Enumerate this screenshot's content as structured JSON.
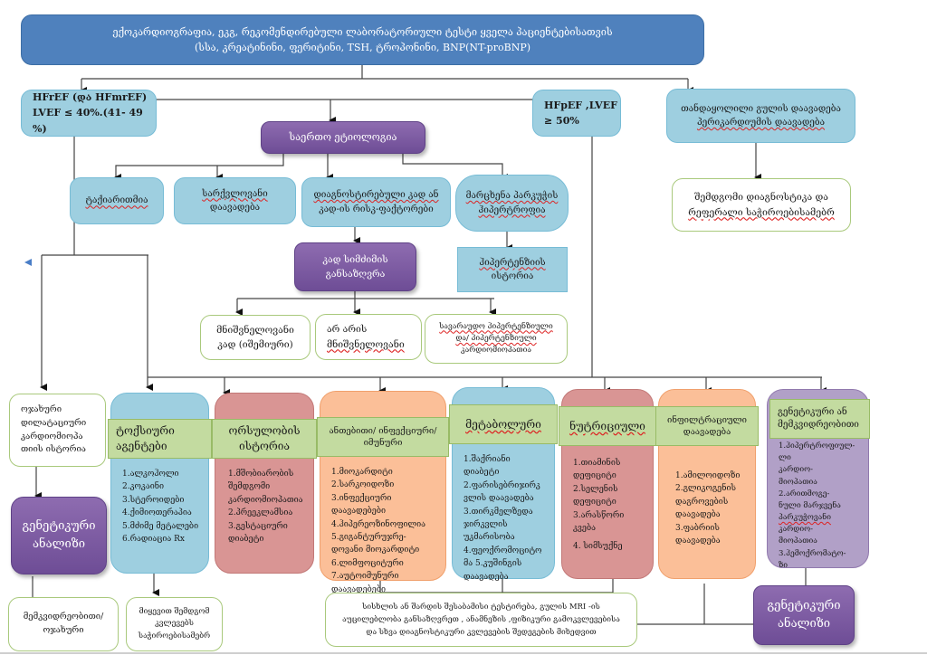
{
  "header": {
    "line1": "ექოკარდიოგრაფია, ეკგ, რეკომენდირებული ლაბორატორიული ტესტი ყველა პაციენტებისათვის",
    "line2": "(სსა, კრეატინინი, ფერიტინი, TSH, ტროპონინი, BNP(NT-proBNP)"
  },
  "hfref": {
    "line1": "HFrEF (და HFmrEF)",
    "line2": "LVEF ≤ 40%.(41- 49 %)"
  },
  "hfpef": {
    "line1": "HFpEF ,LVEF",
    "line2": "≥ 50%"
  },
  "concomitant": {
    "line1": "თანდაყოლილი გულის დაავადება",
    "line2": "პერიკარდიუმის დაავადება"
  },
  "further_diag": {
    "line1": "შემდგომი დიაგნოსტიკა და",
    "line2": "რეფერალი საჭიროებისამებრ"
  },
  "common_etiology": "საერთო ეტიოლოგია",
  "etiology_boxes": [
    {
      "text": "ტაქიარითმია"
    },
    {
      "line1": "სარქვლოვანი",
      "line2": "დაავადება"
    },
    {
      "line1": "დიაგნოსტირებული კად ან",
      "line2": "კად-ის რისკ-ფაქტორები"
    },
    {
      "line1": "მარცხენა პარკუჭის",
      "line2": "ჰიპერტროფია"
    }
  ],
  "cad_severity": {
    "line1": "კად სიმძიმის",
    "line2": "განსაზღვრა"
  },
  "hypertension_history": {
    "line1": "ჰიპერტენზიის",
    "line2": "ისტორია"
  },
  "cad_outcomes": [
    {
      "line1": "მნიშვნელოვანი",
      "line2": "კად (იშემიური)"
    },
    {
      "line1": "არ არის",
      "line2": "მნიშვნელოვანი"
    },
    {
      "line1": "სავარაუდო ჰიპერტენზიული",
      "line2": "და/ ჰიპერტენზიული",
      "line3": "კარდიომიოპათია"
    }
  ],
  "family_dcm": {
    "text": "ოჯახური დილატაციური კარდიომიოპა თიის ისტორია"
  },
  "genetic_analysis_left": {
    "line1": "გენეტიკური",
    "line2": "ანალიზი"
  },
  "hereditary": {
    "line1": "მემკვიდრეობითი/",
    "line2": "ოჯახური"
  },
  "followup": {
    "line1": "მიყევით შემდგომ",
    "line2": "კვლევებს",
    "line3": "საჭიროებისამებრ"
  },
  "categories": [
    {
      "title": "ტოქსიური აგენტები",
      "items": [
        "1.ალკოჰოლი",
        "2.კოკაინი",
        "3.სტეროიდები",
        "4.ქიმიოთერაპია",
        "5.მძიმე მეტალები",
        "6.რადიაცია Rx"
      ]
    },
    {
      "title": "ორსულობის ისტორია",
      "items": [
        "1.მშობიარობის",
        "შემდგომი",
        "კარდიომიოპათია",
        "2.პრეეკლამსია",
        "3.გესტაციური",
        "დიაბეტი"
      ]
    },
    {
      "title": "ანთებითი/ ინფექციური/ იმუნური",
      "items": [
        "1.მიოკარდიტი",
        "2.სარკოიდოზი",
        "3.ინფექციური",
        "დაავადებები",
        "4.ჰიპერეოზინოფილია",
        "5.გიგანტურუჯრე-",
        "დოვანი მიოკარდიტი",
        "6.ლიმფოციტური",
        "7.აუტოიმუნური",
        "დაავადებები"
      ]
    },
    {
      "title": "მეტაბოლური",
      "items": [
        "1.შაქრიანი",
        "დიაბეტი",
        "2.ფარისებრიჯირკ",
        "ვლის დაავადება",
        "3.თირკმელზედა",
        "ჯირკვლის",
        "უკმარისობა",
        "4.ფეოქრომოციტო",
        "მა 5.კუშინგის",
        "დაავადება"
      ]
    },
    {
      "title": "ნუტრიციული",
      "items": [
        "1.თიამინის",
        "დეფიციტი",
        "2.სელენის",
        "დეფიციტი",
        "3.არასწორი",
        "კვება",
        "",
        "4. სიმსუქნე"
      ]
    },
    {
      "title": "ინფილტრაციული დაავადება",
      "items": [
        "1.ამილოიდოზი",
        "2.გლიკოგენის",
        "დაგროვების",
        "დაავადება",
        "3.ფაბრიის",
        "დაავადება"
      ]
    },
    {
      "title": "გენეტიკური ან მემკვიდრეობითი",
      "items": [
        "1.ჰიპერტროფიულ-ლი",
        "კარდიო-",
        "მიოპათია",
        "2.არითმოგე-",
        "ნული მარჯვენა",
        "პარკუჭოვანი",
        "კარდიო-",
        "მიოპათია",
        "3.ჰემოქრომატო-",
        "ზი"
      ]
    }
  ],
  "tests_box": {
    "line1": "სისხლის ან შარდის შესაბამისი ტესტირება, გულის MRI -ის",
    "line2": "აუცილებლობა განსაზღვრეთ , ანამნეზის ,ფიზიკური გამოკვლევებისა",
    "line3": "და სხვა დიაგნოსტიკური კვლევების შედეგების მიხედვით"
  },
  "genetic_analysis_right": {
    "line1": "გენეტიკური",
    "line2": "ანალიზი"
  }
}
